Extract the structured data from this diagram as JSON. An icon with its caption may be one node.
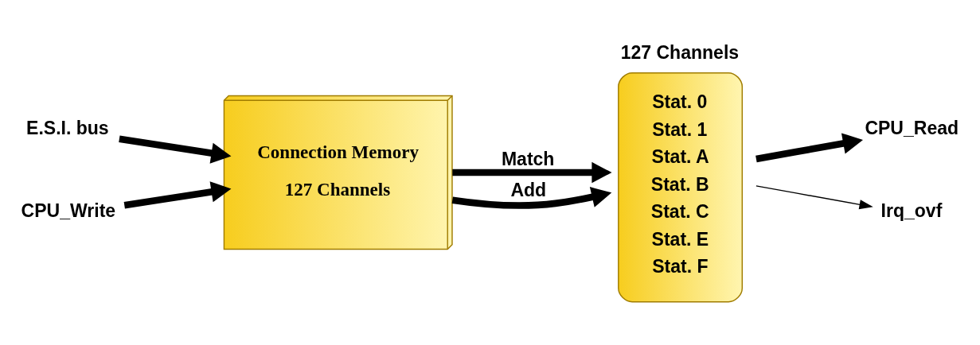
{
  "diagram": {
    "nodes": [
      {
        "text": [
          "E.S.I. bus"
        ]
      },
      {
        "text": [
          "CPU_Write"
        ]
      },
      {
        "text": [
          "Connection Memory",
          "127 Channels"
        ]
      },
      {
        "text": [
          "127 Channels",
          "Stat. 0",
          "Stat. 1",
          "Stat. A",
          "Stat. B",
          "Stat. C",
          "Stat. E",
          "Stat. F"
        ]
      },
      {
        "text": [
          "CPU_Read"
        ]
      },
      {
        "text": [
          "Irq_ovf"
        ]
      }
    ],
    "edges": [
      {
        "from": 0,
        "to": 2,
        "arrow": "to"
      },
      {
        "from": 1,
        "to": 2,
        "arrow": "to"
      },
      {
        "from": 2,
        "to": 3,
        "arrow": "to",
        "label": "Match"
      },
      {
        "from": 2,
        "to": 3,
        "arrow": "to",
        "label": "Add"
      },
      {
        "from": 3,
        "to": 4,
        "arrow": "to"
      },
      {
        "from": 3,
        "to": 5,
        "arrow": "to"
      }
    ]
  }
}
